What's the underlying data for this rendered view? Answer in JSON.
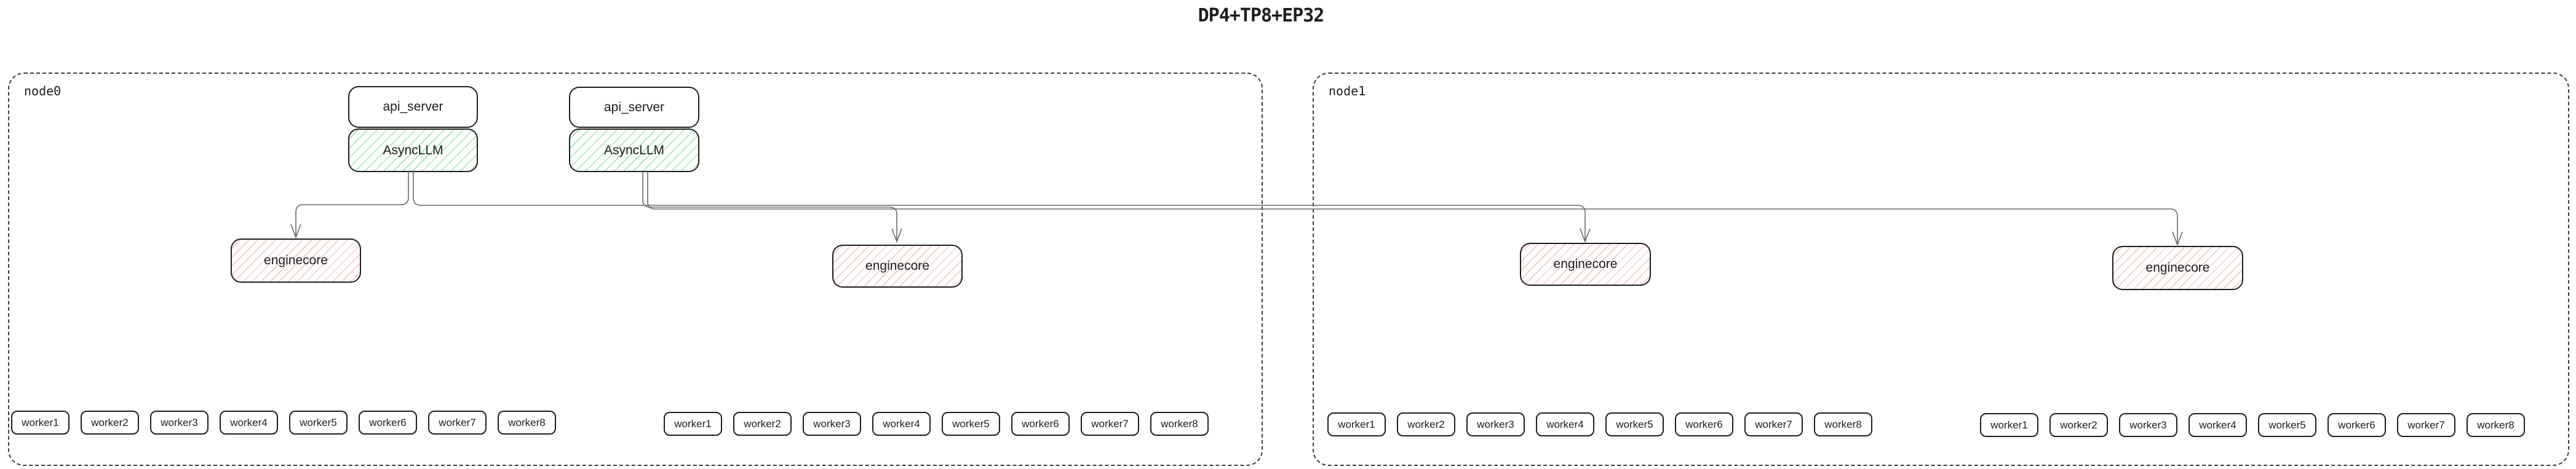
{
  "title": "DP4+TP8+EP32",
  "colors": {
    "box_border": "#1e1e1e",
    "node_border": "#3d3d3d",
    "green_hatch": "#9fe6ae",
    "red_hatch": "#f6bcbc",
    "edge_line": "#6b6b6b"
  },
  "node0": {
    "label": "node0",
    "stack1": {
      "api_server": "api_server",
      "asyncllm": "AsyncLLM"
    },
    "stack2": {
      "api_server": "api_server",
      "asyncllm": "AsyncLLM"
    },
    "enginecore1": "enginecore",
    "enginecore2": "enginecore",
    "workers_a": [
      "worker1",
      "worker2",
      "worker3",
      "worker4",
      "worker5",
      "worker6",
      "worker7",
      "worker8"
    ],
    "workers_b": [
      "worker1",
      "worker2",
      "worker3",
      "worker4",
      "worker5",
      "worker6",
      "worker7",
      "worker8"
    ]
  },
  "node1": {
    "label": "node1",
    "enginecore1": "enginecore",
    "enginecore2": "enginecore",
    "workers_a": [
      "worker1",
      "worker2",
      "worker3",
      "worker4",
      "worker5",
      "worker6",
      "worker7",
      "worker8"
    ],
    "workers_b": [
      "worker1",
      "worker2",
      "worker3",
      "worker4",
      "worker5",
      "worker6",
      "worker7",
      "worker8"
    ]
  }
}
